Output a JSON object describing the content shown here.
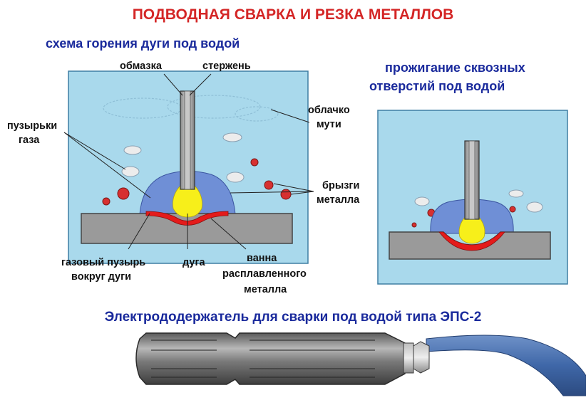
{
  "title": "ПОДВОДНАЯ СВАРКА И РЕЗКА МЕТАЛЛОВ",
  "left_panel": {
    "title": "схема горения дуги под водой",
    "labels": {
      "coating": "обмазка",
      "rod": "стержень",
      "gas_bubbles_line1": "пузырьки",
      "gas_bubbles_line2": "газа",
      "turbidity_line1": "облачко",
      "turbidity_line2": "мути",
      "spatter_line1": "брызги",
      "spatter_line2": "металла",
      "gas_bubble_line1": "газовый пузырь",
      "gas_bubble_line2": "вокруг дуги",
      "arc": "дуга",
      "pool_line1": "ванна",
      "pool_line2": "расплавленного",
      "pool_line3": "металла"
    }
  },
  "right_panel": {
    "title_line1": "прожигание сквозных",
    "title_line2": "отверстий под водой"
  },
  "bottom": {
    "title": "Электрододержатель для сварки под водой типа ЭПС-2"
  },
  "colors": {
    "title_red": "#d42626",
    "heading_blue": "#1a2a9c",
    "water": "#a9d9ec",
    "metal_plate": "#9a9a9a",
    "gas_bubble": "#6f8fd6",
    "arc": "#f7ef1a",
    "molten_pool": "#e41b1b",
    "spatter": "#d73030"
  }
}
